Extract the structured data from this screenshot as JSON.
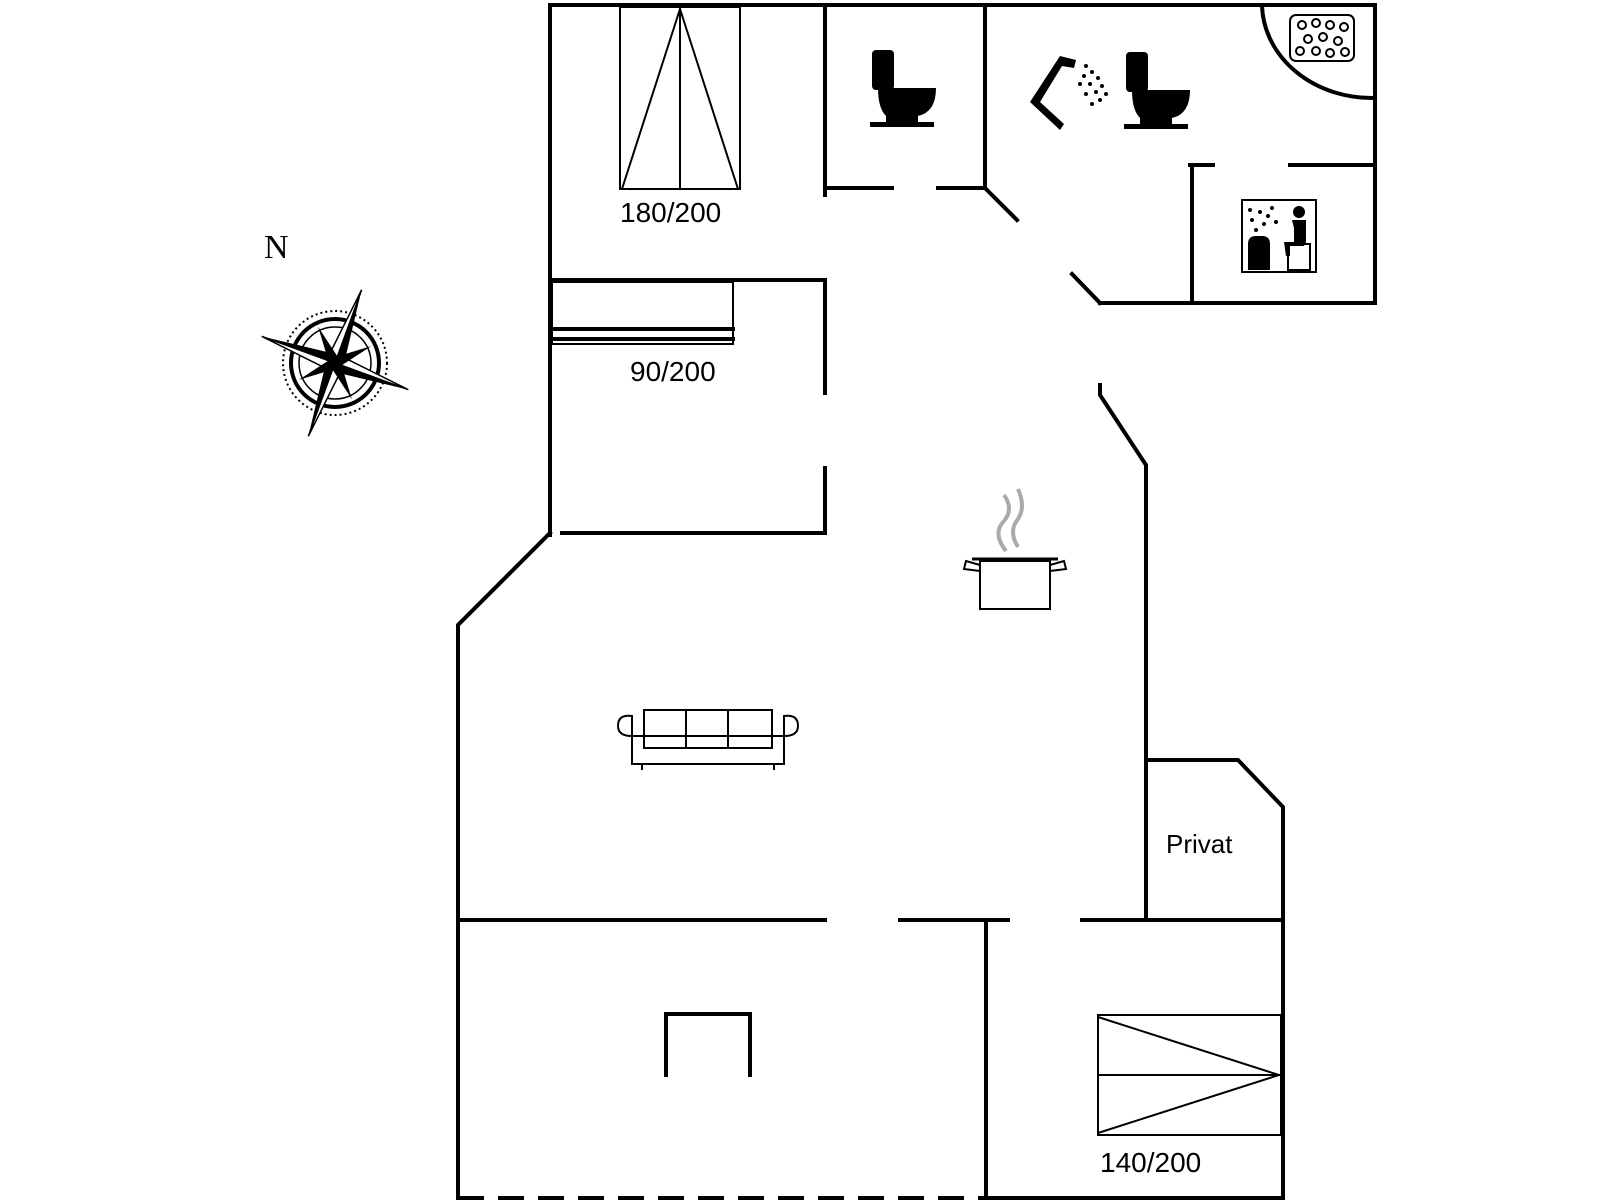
{
  "plan": {
    "north_label": "N",
    "labels": {
      "bed_master": "180/200",
      "bed_single": "90/200",
      "bed_third": "140/200",
      "private_room": "Privat"
    },
    "icons": [
      "compass-rose-icon",
      "toilet-icon",
      "shower-icon",
      "whirlpool-icon",
      "sauna-icon",
      "cooking-pot-icon",
      "sofa-icon",
      "fireplace-icon"
    ]
  }
}
